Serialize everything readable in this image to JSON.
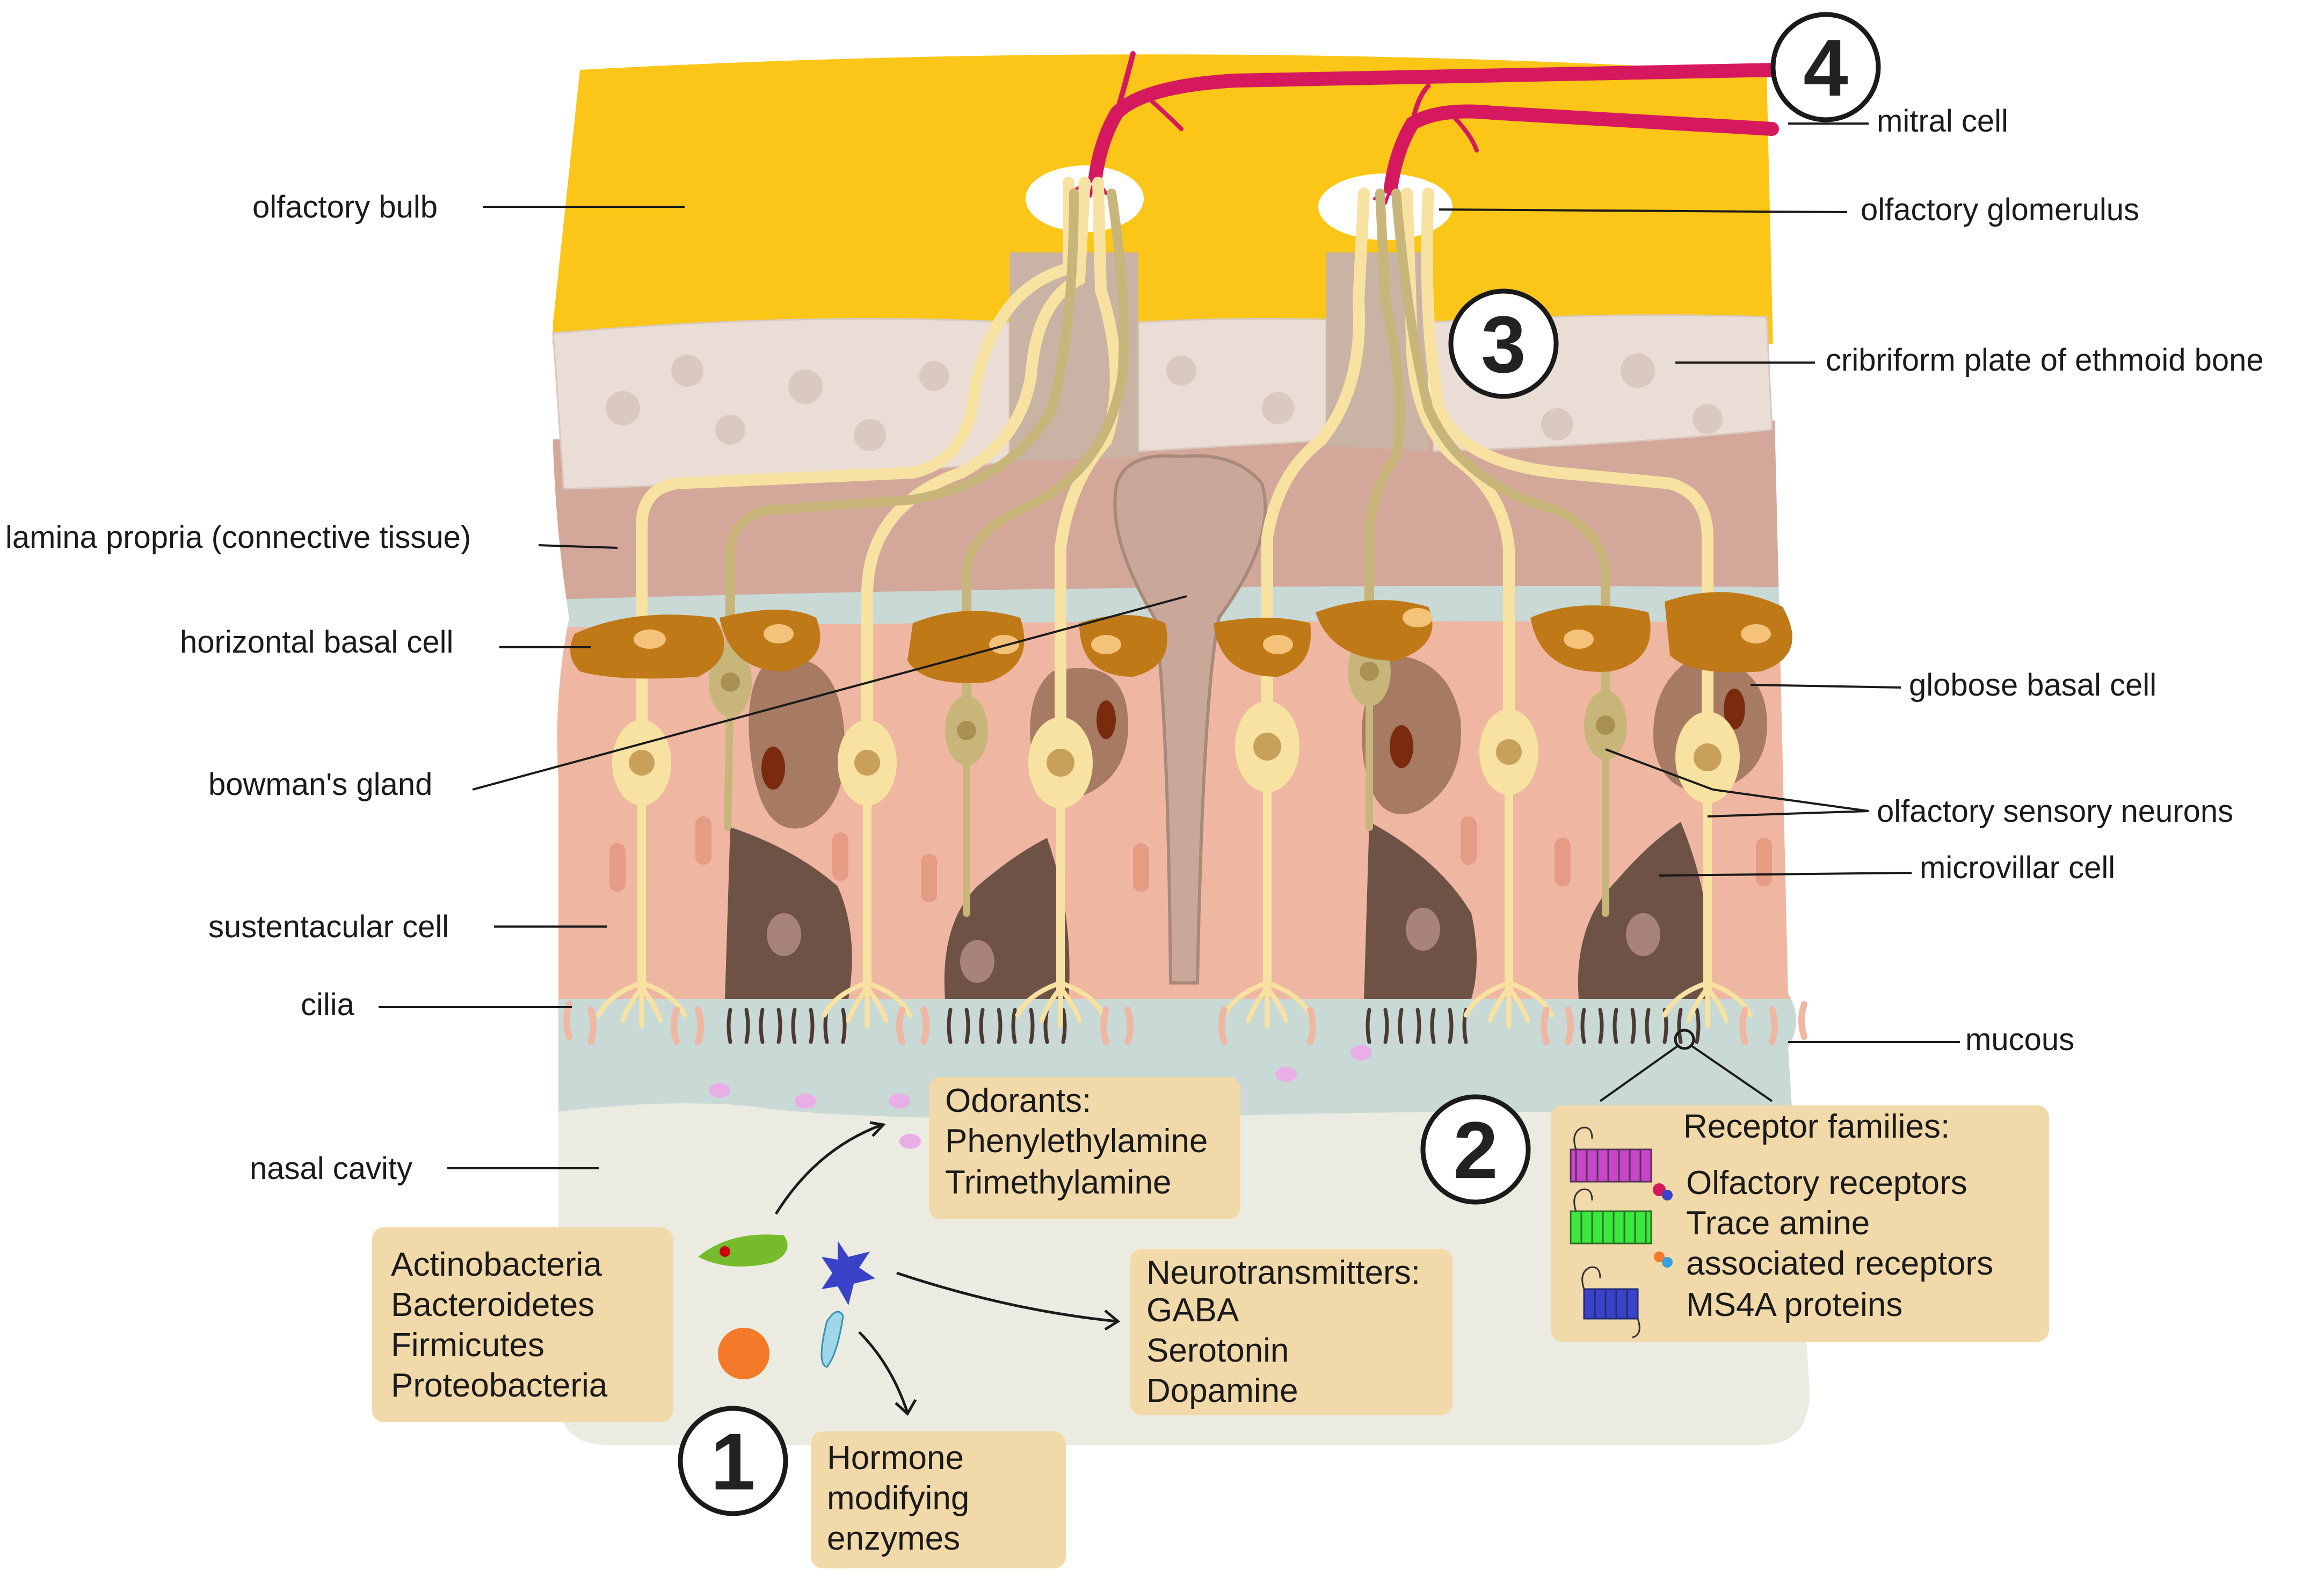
{
  "labels": {
    "olfactory_bulb": "olfactory bulb",
    "lamina_propria": "lamina propria (connective tissue)",
    "horizontal_basal_cell": "horizontal basal cell",
    "bowmans_gland": "bowman's gland",
    "sustentacular_cell": "sustentacular cell",
    "cilia": "cilia",
    "nasal_cavity": "nasal cavity",
    "mitral_cell": "mitral cell",
    "olfactory_glomerulus": "olfactory glomerulus",
    "cribriform_plate": "cribriform plate of ethmoid bone",
    "globose_basal_cell": "globose basal cell",
    "olfactory_sensory_neurons": "olfactory sensory neurons",
    "microvillar_cell": "microvillar cell",
    "mucous": "mucous"
  },
  "numbers": {
    "n1": "1",
    "n2": "2",
    "n3": "3",
    "n4": "4"
  },
  "boxes": {
    "bacteria": [
      "Actinobacteria",
      "Bacteroidetes",
      "Firmicutes",
      "Proteobacteria"
    ],
    "odorants": [
      "Odorants:",
      "Phenylethylamine",
      "Trimethylamine"
    ],
    "neurotransmitters": [
      "Neurotransmitters:",
      "GABA",
      "Serotonin",
      "Dopamine"
    ],
    "hormone": [
      "Hormone",
      "modifying",
      "enzymes"
    ],
    "receptors": [
      "Receptor families:",
      "Olfactory receptors",
      "Trace amine",
      "associated receptors",
      "MS4A proteins"
    ]
  },
  "colors": {
    "bulb": "#fbc617",
    "bone": "#e9ddd5",
    "lamina": "#d4a79b",
    "epithelium": "#efb7a2",
    "mucous": "#c8d9d6",
    "cavity": "#ecebe1",
    "neuron": "#f7e2a2",
    "mitral": "#d6195f",
    "basal": "#bf7a17",
    "microvillar": "#6e5246",
    "label_box": "#f2d9aa"
  }
}
